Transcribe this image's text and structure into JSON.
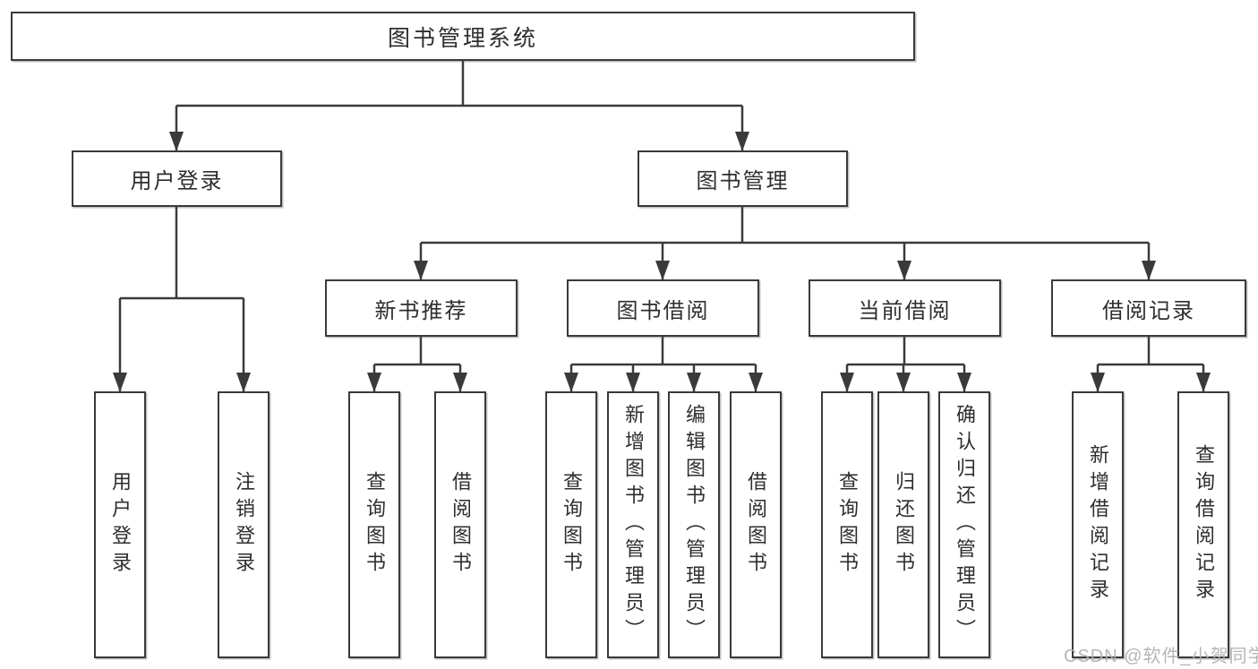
{
  "colors": {
    "line": "#3a3a3a",
    "text": "#2e2e2e",
    "box_background": "#ffffff",
    "watermark": "#b0b0b0"
  },
  "watermark": {
    "text": "CSDN @软件_小贺同学"
  },
  "tree": {
    "label": "图书管理系统",
    "children": [
      {
        "label": "用户登录",
        "children": [
          {
            "label": "用户登录"
          },
          {
            "label": "注销登录"
          }
        ]
      },
      {
        "label": "图书管理",
        "children": [
          {
            "label": "新书推荐",
            "children": [
              {
                "label": "查询图书"
              },
              {
                "label": "借阅图书"
              }
            ]
          },
          {
            "label": "图书借阅",
            "children": [
              {
                "label": "查询图书"
              },
              {
                "label": "新增图书（管理员）"
              },
              {
                "label": "编辑图书（管理员）"
              },
              {
                "label": "借阅图书"
              }
            ]
          },
          {
            "label": "当前借阅",
            "children": [
              {
                "label": "查询图书"
              },
              {
                "label": "归还图书"
              },
              {
                "label": "确认归还（管理员）"
              }
            ]
          },
          {
            "label": "借阅记录",
            "children": [
              {
                "label": "新增借阅记录"
              },
              {
                "label": "查询借阅记录"
              }
            ]
          }
        ]
      }
    ]
  }
}
